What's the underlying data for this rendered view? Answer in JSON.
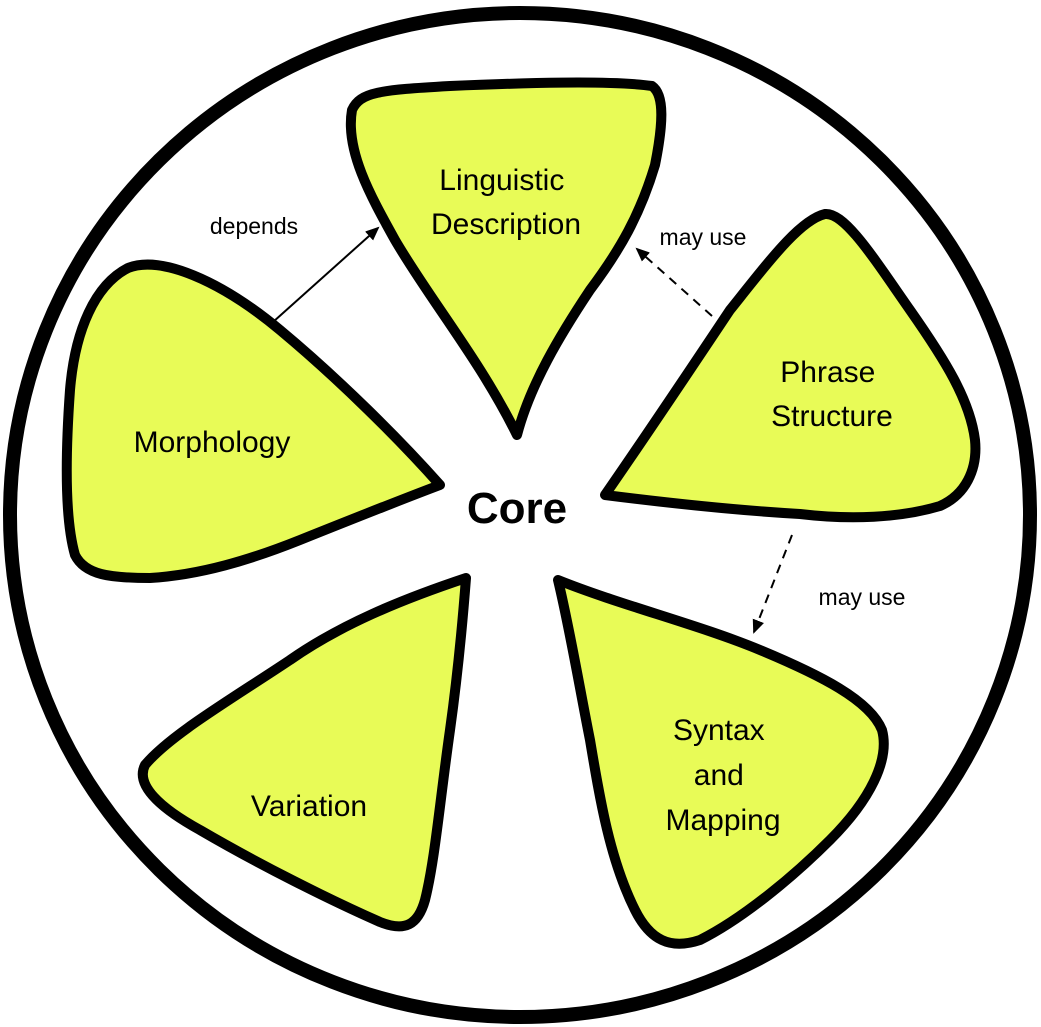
{
  "center": {
    "label": "Core"
  },
  "segments": {
    "linguistic_description": {
      "lines": [
        "Linguistic",
        "Description"
      ]
    },
    "phrase_structure": {
      "lines": [
        "Phrase",
        "Structure"
      ]
    },
    "morphology": {
      "lines": [
        "Morphology"
      ]
    },
    "variation": {
      "lines": [
        "Variation"
      ]
    },
    "syntax_and_mapping": {
      "lines": [
        "Syntax",
        "and",
        "Mapping"
      ]
    }
  },
  "edges": {
    "depends": {
      "label": "depends",
      "from": "Morphology",
      "to": "Linguistic Description",
      "style": "solid"
    },
    "may_use_1": {
      "label": "may use",
      "from": "Phrase Structure",
      "to": "Linguistic Description",
      "style": "dashed"
    },
    "may_use_2": {
      "label": "may use",
      "from": "Phrase Structure",
      "to": "Syntax and Mapping",
      "style": "dashed"
    }
  },
  "colors": {
    "segment_fill": "#e8fb57",
    "stroke": "#000000",
    "background": "#ffffff"
  }
}
